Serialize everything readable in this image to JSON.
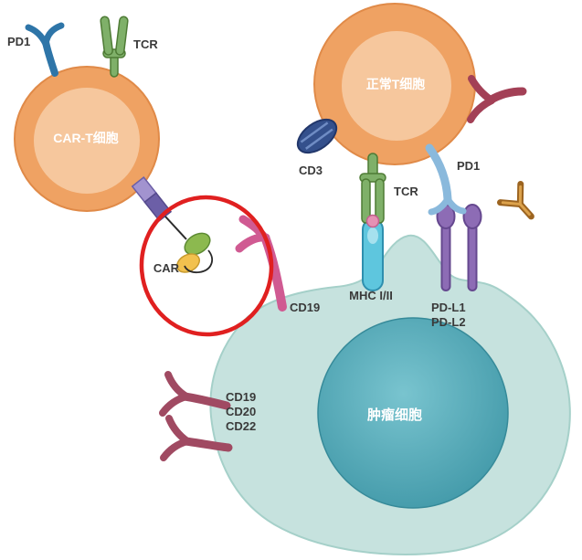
{
  "figure": {
    "background": "#ffffff",
    "cells": {
      "cart_cell": "CAR-T细胞",
      "normal_t_cell": "正常T细胞",
      "tumor_cell": "肿瘤细胞"
    },
    "receptors": {
      "cart_pd1": "PD1",
      "cart_tcr": "TCR",
      "car": "CAR",
      "cd3": "CD3",
      "t_tcr": "TCR",
      "t_pd1": "PD1",
      "cd19_upper": "CD19",
      "mhc": "MHC I/II",
      "pdl1": "PD-L1",
      "pdl2": "PD-L2",
      "cd19": "CD19",
      "cd20": "CD20",
      "cd22": "CD22"
    },
    "colors": {
      "cart_cell_fill": "#efa263",
      "cell_inner_fill": "#f6c79d",
      "tumor_fill": "#c6e2de",
      "tumor_nucleus": "#3e96a6",
      "pd1_blue": "#2e75a8",
      "pd1_light_blue": "#8ab9dc",
      "tcr_green": "#7fb069",
      "cd3_navy": "#34508c",
      "cd19_pink": "#d05a92",
      "mhc_blue": "#5ec6de",
      "pdl_purple": "#8d6cb5",
      "cd_maroon": "#a04a62",
      "antibody_brown": "#9c6420",
      "car_green": "#8cb94f",
      "car_yellow": "#f2c14e",
      "stalk_purple": "#6c5fa7",
      "highlight_red": "#e02020"
    }
  }
}
